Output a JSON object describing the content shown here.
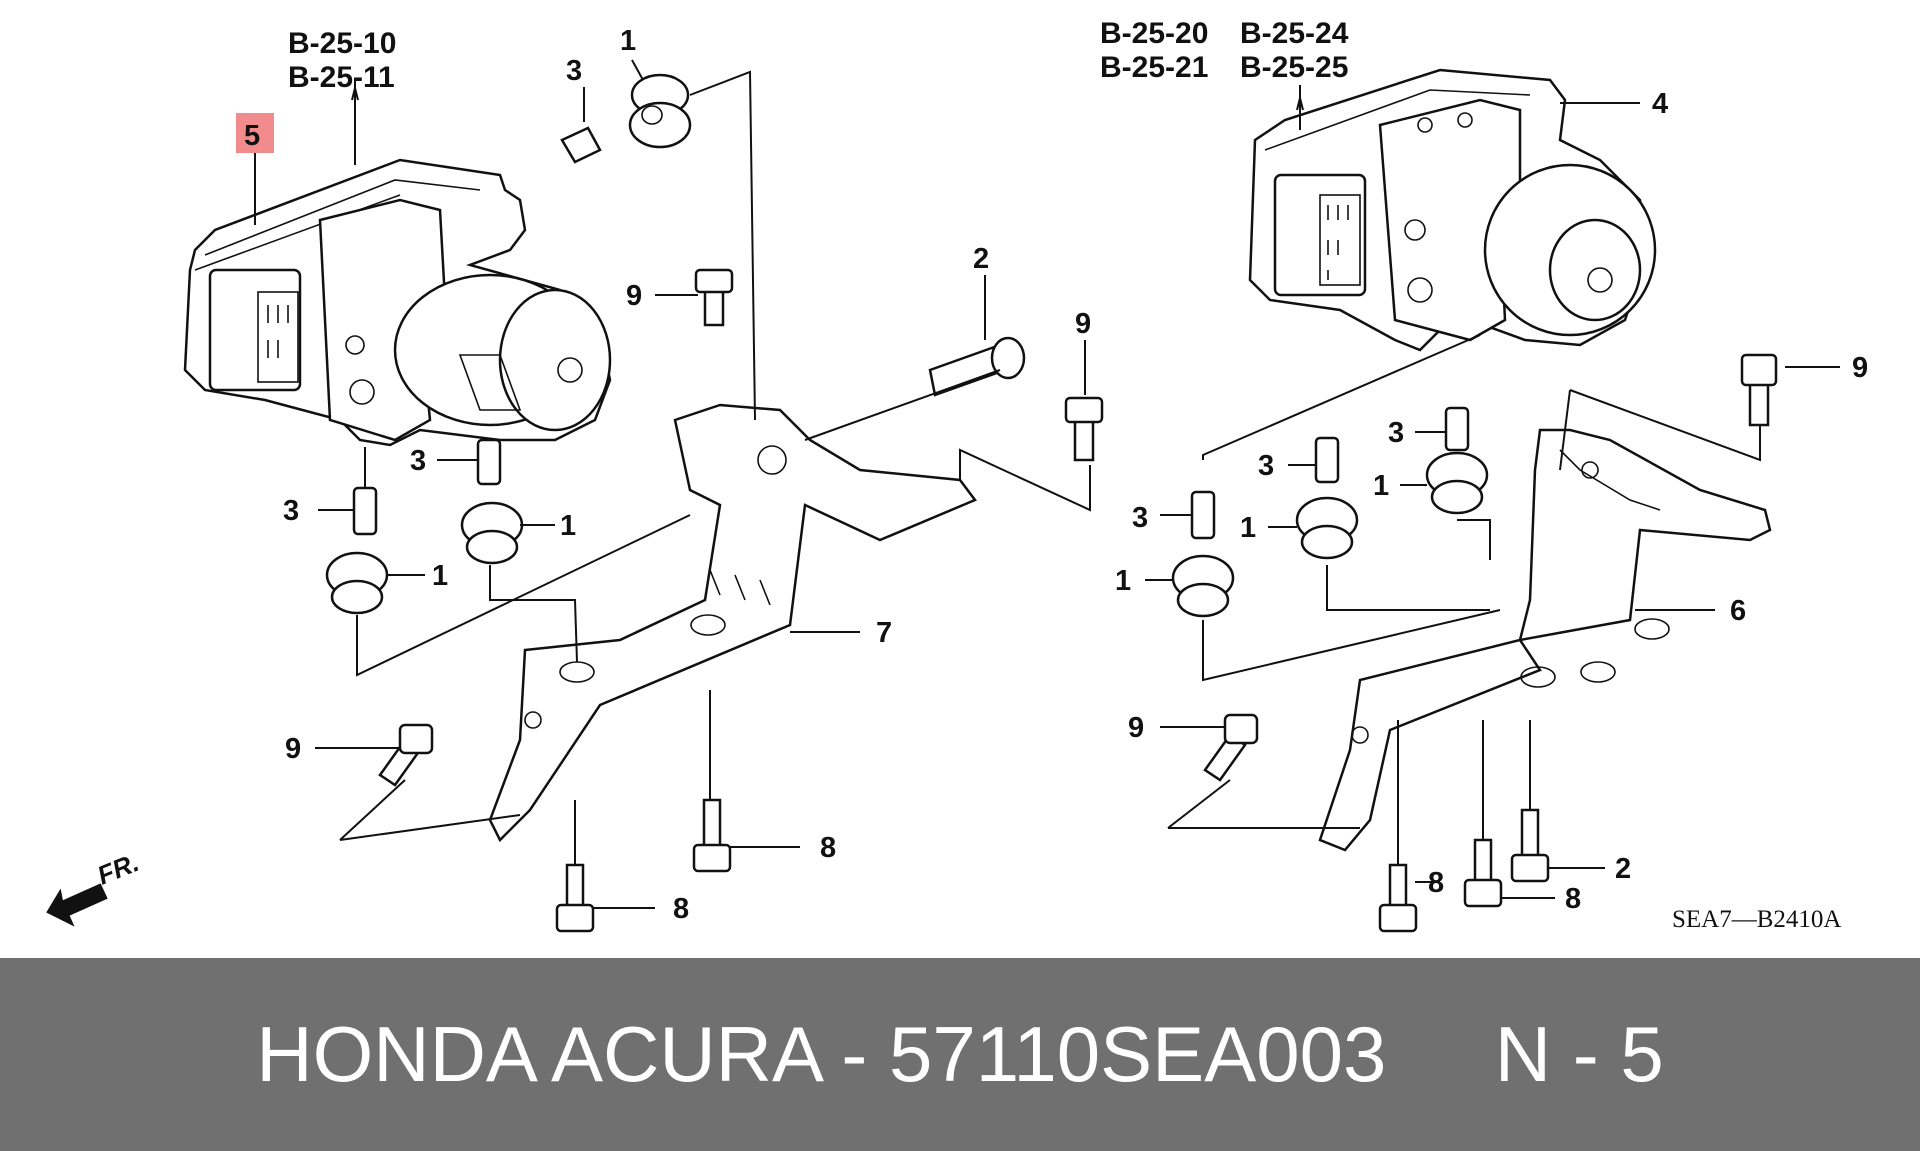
{
  "diagram": {
    "ref_left_1": "B-25-10",
    "ref_left_2": "B-25-11",
    "ref_right_a1": "B-25-20",
    "ref_right_a2": "B-25-21",
    "ref_right_b1": "B-25-24",
    "ref_right_b2": "B-25-25",
    "highlighted_label": "5",
    "highlight_color": "#f28b8b",
    "front_marker": "FR.",
    "diagram_code": "SEA7—B2410A",
    "callouts": {
      "c1": "1",
      "c2": "1",
      "c3": "1",
      "c4": "1",
      "c5": "1",
      "c6": "1",
      "c7": "2",
      "c8": "2",
      "c9": "3",
      "c10": "3",
      "c11": "3",
      "c12": "3",
      "c13": "3",
      "c14": "3",
      "c15": "4",
      "c16": "6",
      "c17": "7",
      "c18": "8",
      "c19": "8",
      "c20": "8",
      "c21": "8",
      "c22": "9",
      "c23": "9",
      "c24": "9",
      "c25": "9",
      "c26": "9"
    }
  },
  "footer": {
    "text": "HONDA ACURA - 57110SEA003     N - 5",
    "background": "#707070"
  }
}
